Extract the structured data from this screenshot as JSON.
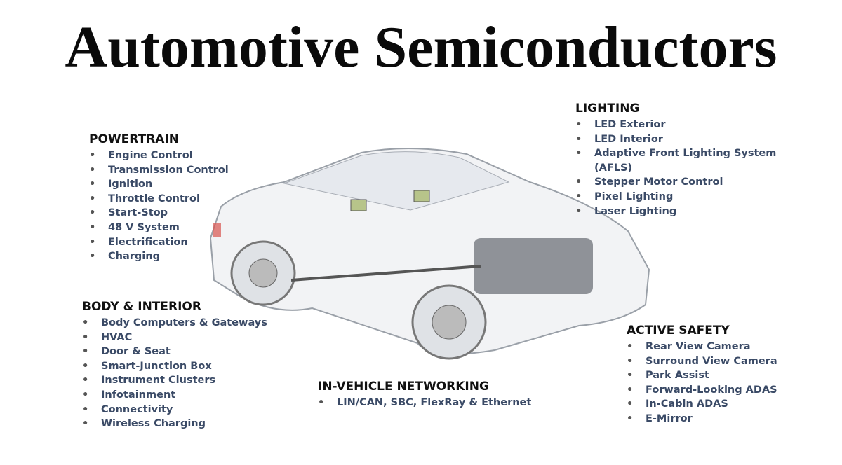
{
  "title": "Automotive Semiconductors",
  "sections": {
    "powertrain": {
      "heading": "POWERTRAIN",
      "items": [
        "Engine Control",
        "Transmission Control",
        "Ignition",
        "Throttle Control",
        "Start-Stop",
        "48 V System",
        "Electrification",
        "Charging"
      ]
    },
    "body": {
      "heading": "BODY & INTERIOR",
      "items": [
        "Body Computers & Gateways",
        "HVAC",
        "Door & Seat",
        "Smart-Junction Box",
        "Instrument Clusters",
        "Infotainment",
        "Connectivity",
        "Wireless Charging"
      ]
    },
    "networking": {
      "heading": "IN-VEHICLE NETWORKING",
      "items": [
        "LIN/CAN, SBC, FlexRay & Ethernet"
      ]
    },
    "lighting": {
      "heading": "LIGHTING",
      "items": [
        "LED Exterior",
        "LED Interior",
        "Adaptive Front Lighting System",
        "(AFLS)",
        "Stepper Motor Control",
        "Pixel Lighting",
        "Laser Lighting"
      ]
    },
    "safety": {
      "heading": "ACTIVE SAFETY",
      "items": [
        "Rear View Camera",
        "Surround View Camera",
        "Park Assist",
        "Forward-Looking ADAS",
        "In-Cabin ADAS",
        "E-Mirror"
      ]
    }
  }
}
